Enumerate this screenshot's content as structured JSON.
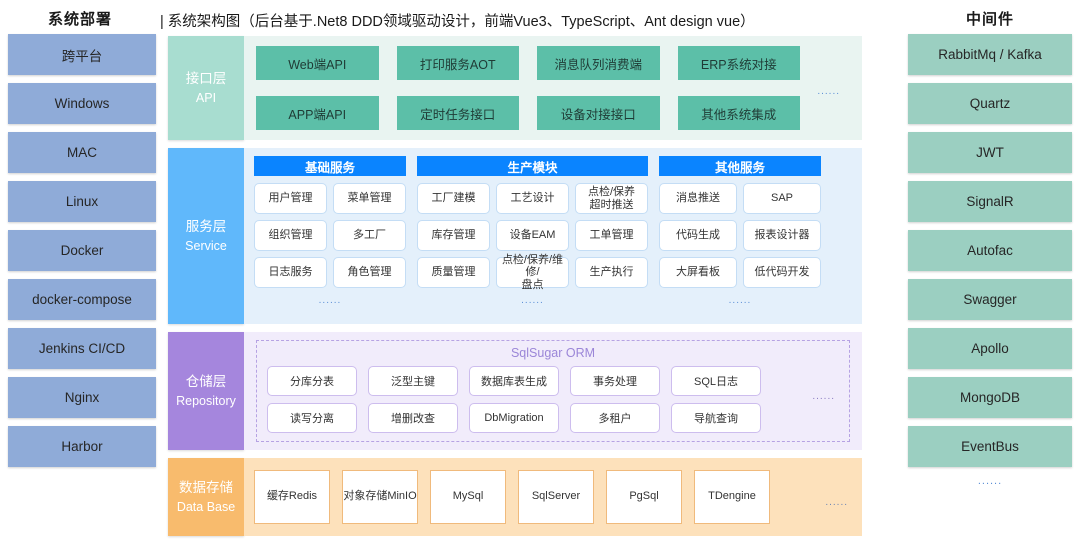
{
  "headers": {
    "left": "系统部署",
    "right": "中间件",
    "title": "| 系统架构图（后台基于.Net8 DDD领域驱动设计，前端Vue3、TypeScript、Ant design vue）"
  },
  "deployment": {
    "items": [
      "跨平台",
      "Windows",
      "MAC",
      "Linux",
      "Docker",
      "docker-compose",
      "Jenkins CI/CD",
      "Nginx",
      "Harbor"
    ]
  },
  "middleware": {
    "items": [
      "RabbitMq / Kafka",
      "Quartz",
      "JWT",
      "SignalR",
      "Autofac",
      "Swagger",
      "Apollo",
      "MongoDB",
      "EventBus"
    ],
    "ellipsis": "......"
  },
  "layers": {
    "api": {
      "label_cn": "接口层",
      "label_en": "API",
      "color": "#a8ddd0",
      "items": [
        "Web端API",
        "打印服务AOT",
        "消息队列消费端",
        "ERP系统对接",
        "APP端API",
        "定时任务接口",
        "设备对接接口",
        "其他系统集成"
      ],
      "ellipsis": "......"
    },
    "service": {
      "label_cn": "服务层",
      "label_en": "Service",
      "color": "#60b8fb",
      "columns": [
        {
          "title": "基础服务",
          "items": [
            "用户管理",
            "菜单管理",
            "组织管理",
            "多工厂",
            "日志服务",
            "角色管理"
          ],
          "ellipsis": "......"
        },
        {
          "title": "生产模块",
          "items": [
            "工厂建模",
            "工艺设计",
            "点检/保养\n超时推送",
            "库存管理",
            "设备EAM",
            "工单管理",
            "质量管理",
            "点检/保养/维修/\n盘点",
            "生产执行"
          ],
          "ellipsis": "......"
        },
        {
          "title": "其他服务",
          "items": [
            "消息推送",
            "SAP",
            "代码生成",
            "报表设计器",
            "大屏看板",
            "低代码开发"
          ],
          "ellipsis": "......"
        }
      ]
    },
    "repository": {
      "label_cn": "仓储层",
      "label_en": "Repository",
      "color": "#a586dd",
      "orm_title": "SqlSugar ORM",
      "items": [
        "分库分表",
        "泛型主键",
        "数据库表生成",
        "事务处理",
        "SQL日志",
        "读写分离",
        "增删改查",
        "DbMigration",
        "多租户",
        "导航查询"
      ],
      "ellipsis": "......"
    },
    "database": {
      "label_cn": "数据存储",
      "label_en": "Data Base",
      "color": "#f8bb6d",
      "items": [
        "缓存Redis",
        "对象存储MinIO",
        "MySql",
        "SqlServer",
        "PgSql",
        "TDengine"
      ],
      "ellipsis": "......"
    }
  }
}
